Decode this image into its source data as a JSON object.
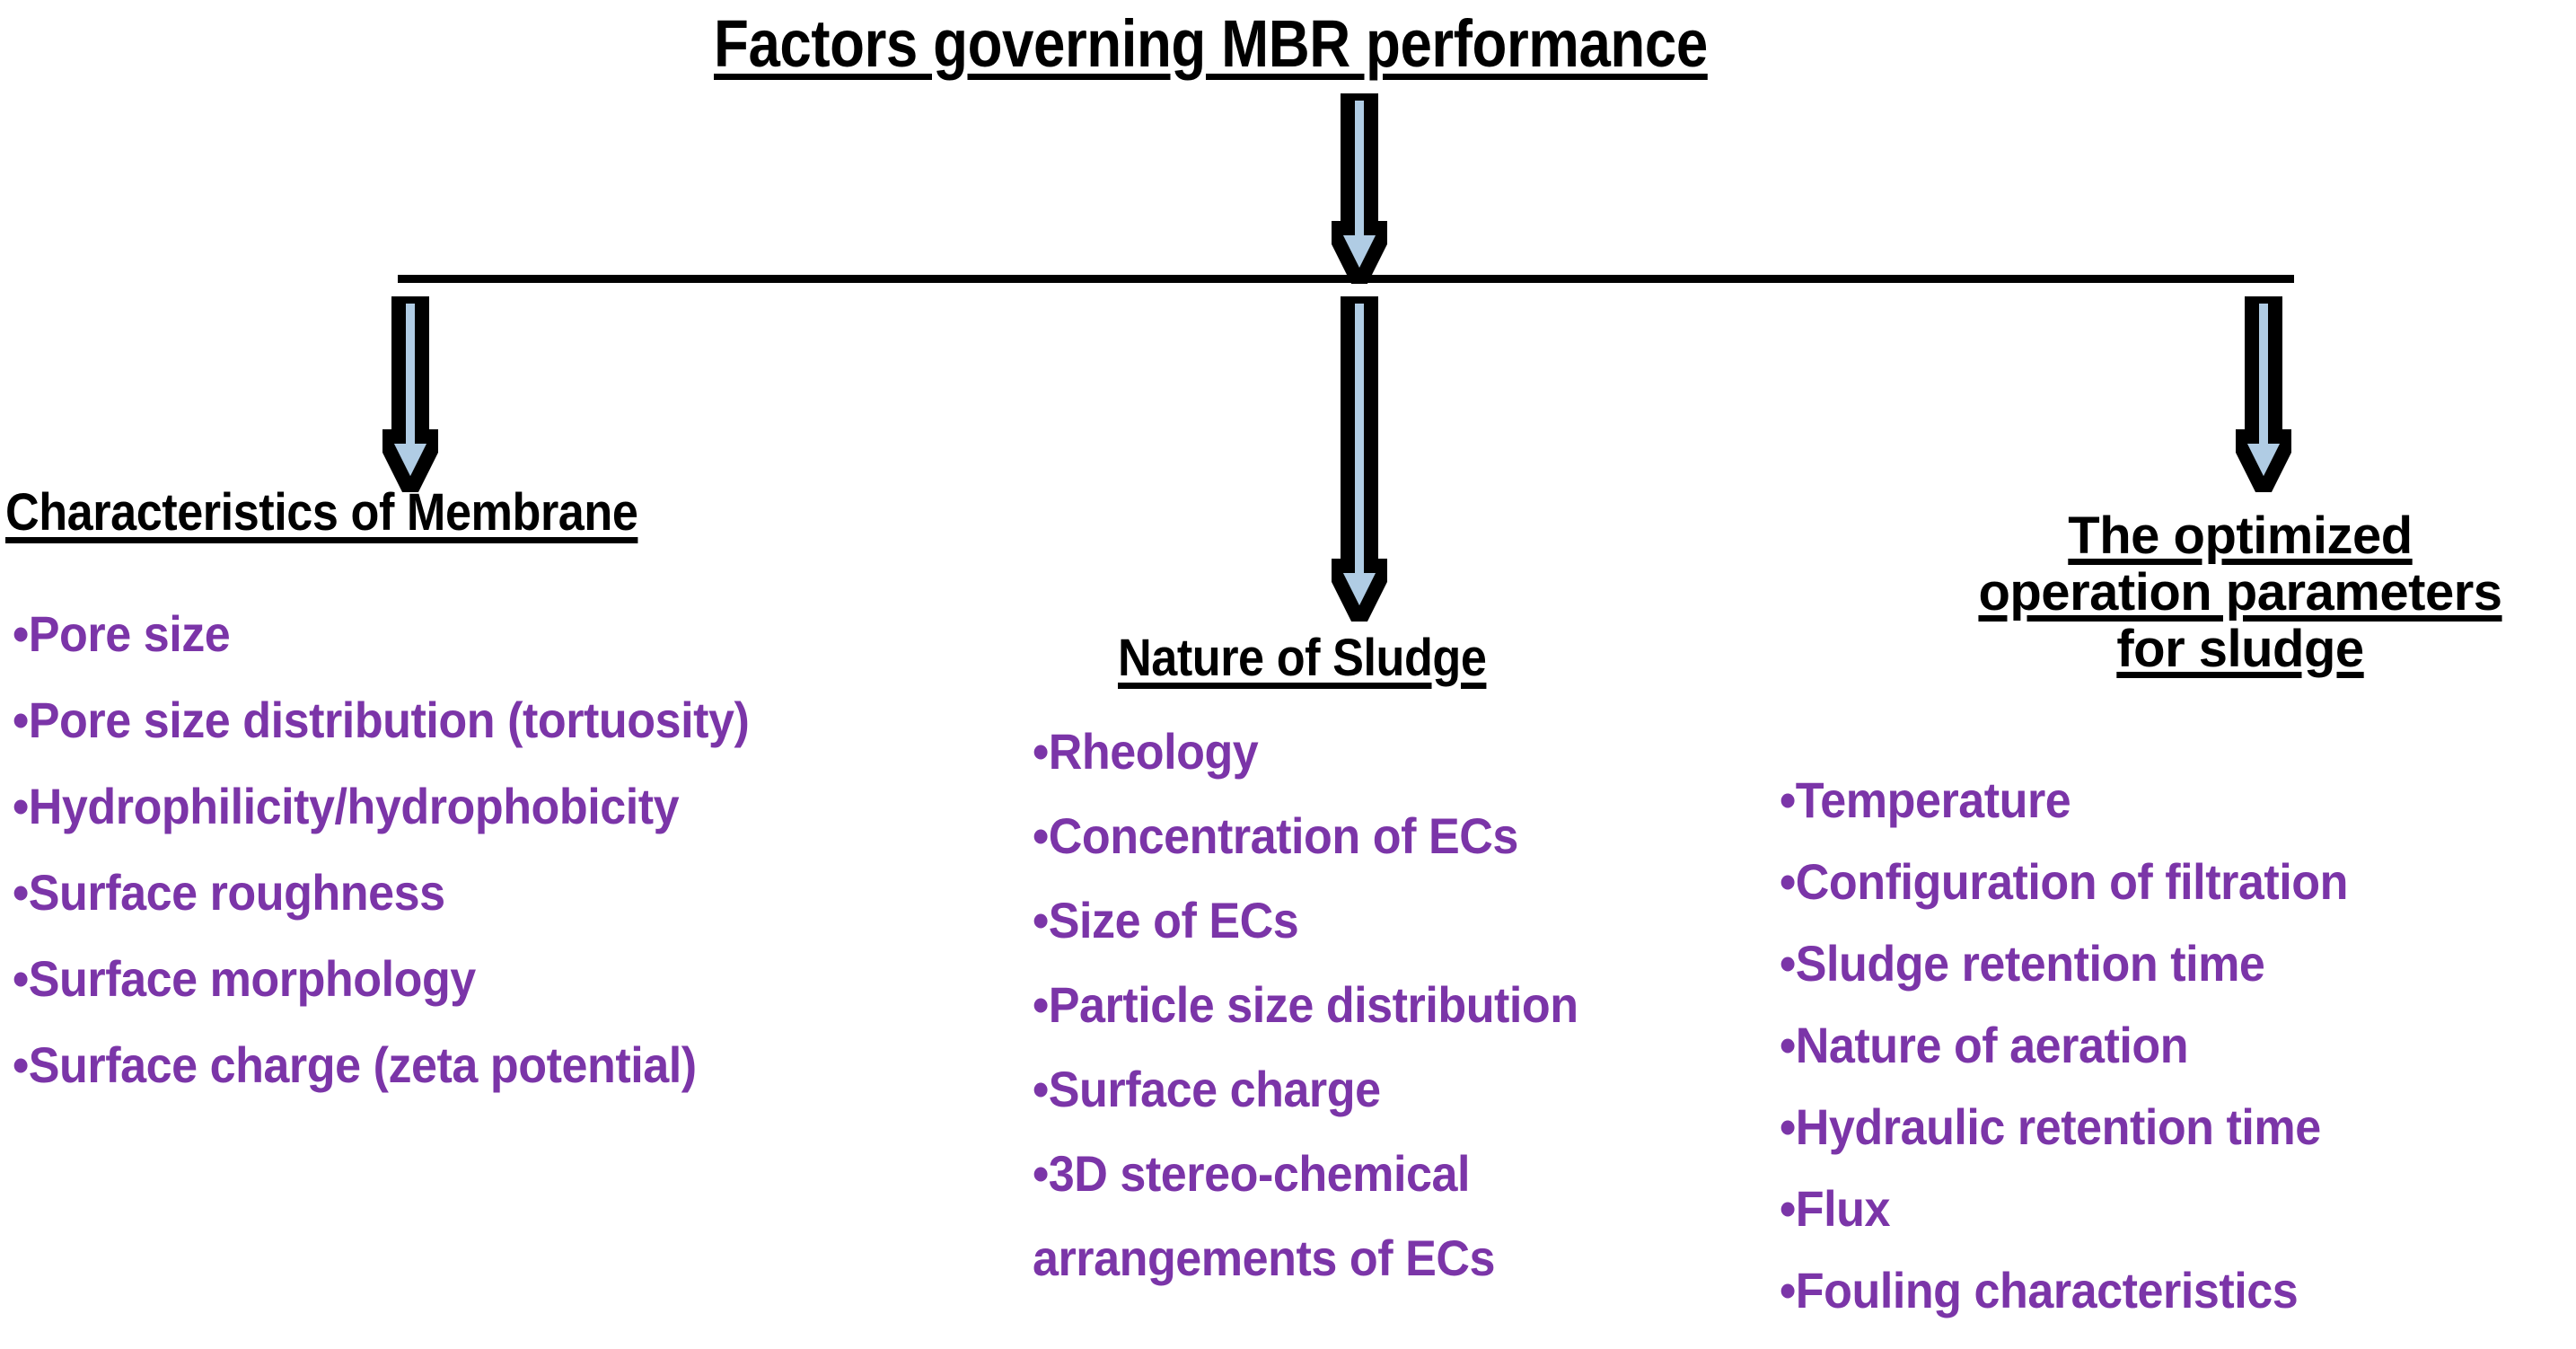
{
  "title": "Factors governing MBR performance",
  "colors": {
    "heading_text": "#000000",
    "bullet_text": "#7B35A8",
    "arrow_fill": "#B0CCE4",
    "arrow_outline": "#000000",
    "background": "#FFFFFF"
  },
  "bullet_glyph": "•",
  "connector": {
    "name": "horizontal-connector-line"
  },
  "arrows": [
    {
      "name": "arrow-title-to-connector"
    },
    {
      "name": "arrow-to-membrane-column"
    },
    {
      "name": "arrow-to-sludge-column"
    },
    {
      "name": "arrow-to-operation-column"
    }
  ],
  "columns": {
    "left": {
      "heading": "Characteristics of Membrane",
      "items": [
        "Pore size",
        "Pore size distribution (tortuosity)",
        "Hydrophilicity/hydrophobicity",
        "Surface roughness",
        "Surface morphology",
        "Surface charge  (zeta potential)"
      ]
    },
    "middle": {
      "heading": "Nature of Sludge",
      "items": [
        "Rheology",
        "Concentration of ECs",
        "Size of ECs",
        "Particle size distribution",
        "Surface charge",
        "3D  stereo-chemical",
        "arrangements of ECs"
      ]
    },
    "right": {
      "heading_lines": [
        "The optimized",
        "operation parameters",
        "for sludge"
      ],
      "items": [
        "Temperature",
        "Configuration of filtration",
        "Sludge retention time",
        "Nature of aeration",
        "Hydraulic retention time",
        "Flux",
        "Fouling characteristics"
      ]
    }
  }
}
